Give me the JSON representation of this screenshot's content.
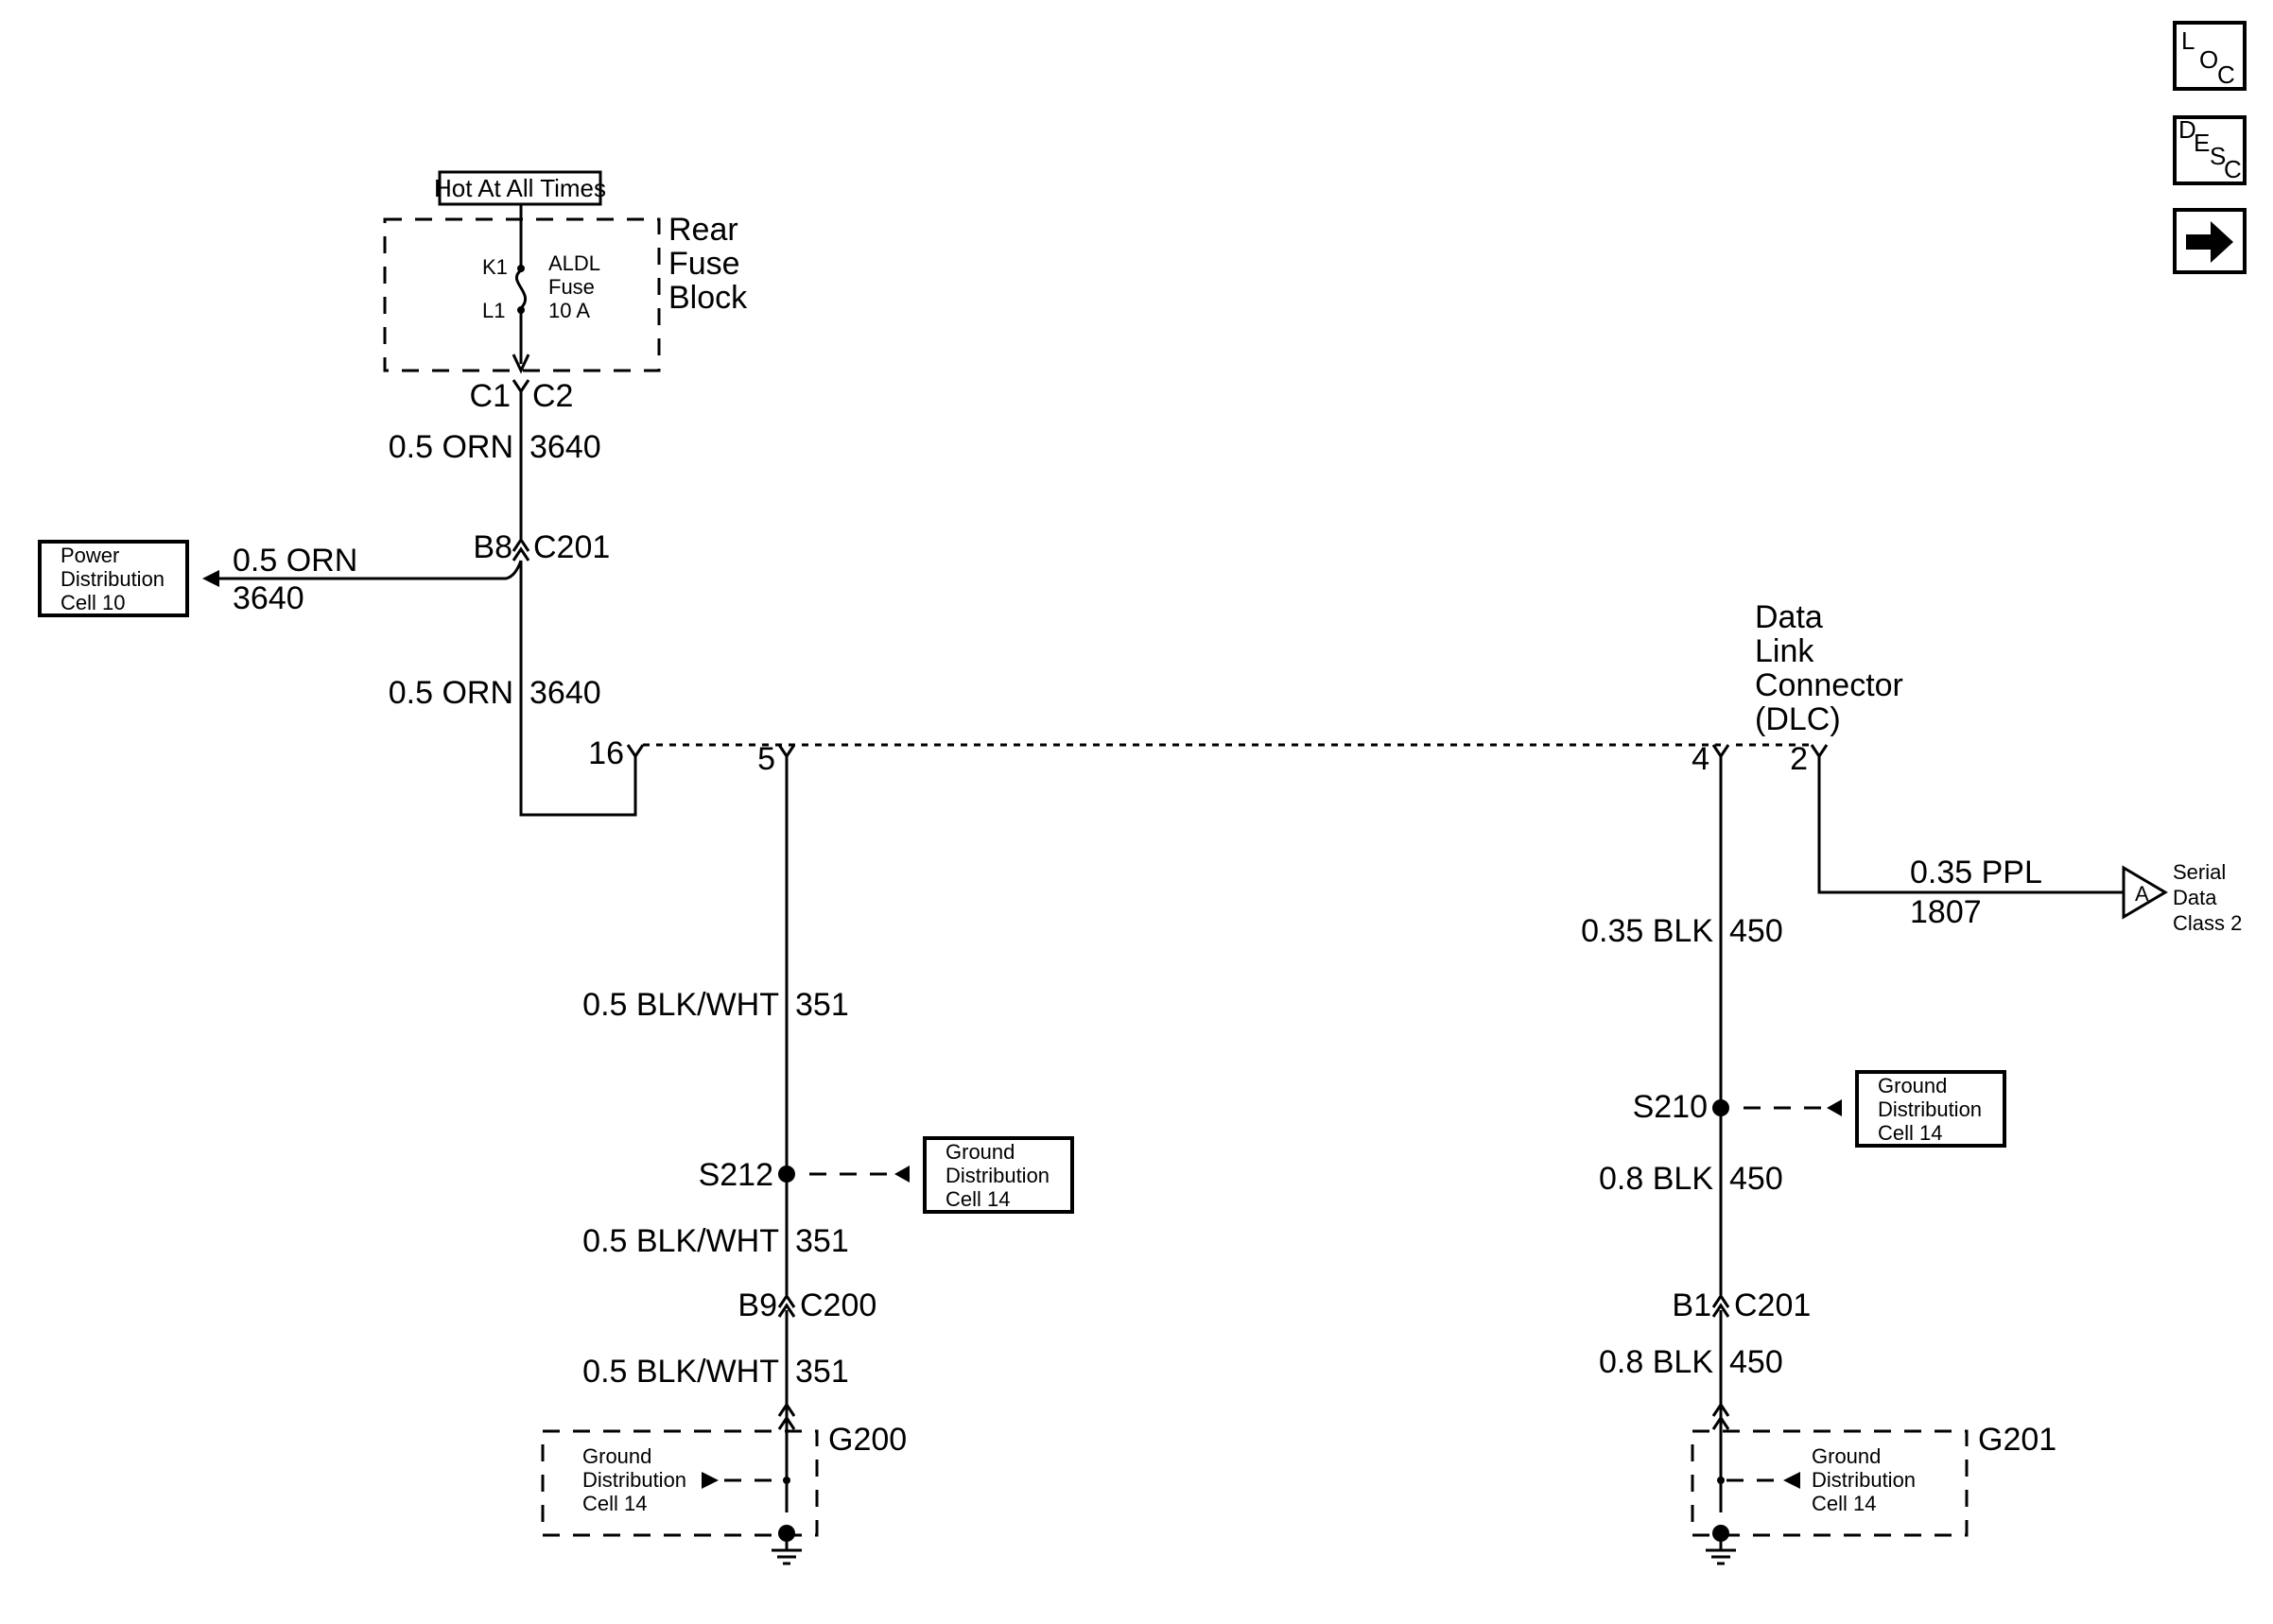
{
  "icons": {
    "loc": [
      "L",
      "O",
      "C"
    ],
    "desc": [
      "D",
      "E",
      "S",
      "C"
    ],
    "next": "arrow-right-icon"
  },
  "fuse_block": {
    "header": "Hot At All Times",
    "name_lines": [
      "Rear",
      "Fuse",
      "Block"
    ],
    "pin_top": "K1",
    "pin_bottom": "L1",
    "fuse_lines": [
      "ALDL",
      "Fuse",
      "10 A"
    ]
  },
  "connectors": {
    "c1": "C1",
    "c2": "C2",
    "b8": "B8",
    "c201_top": "C201",
    "b9": "B9",
    "c200": "C200",
    "b1": "B1",
    "c201_bottom": "C201"
  },
  "wires": {
    "orn_top": {
      "gauge": "0.5 ORN",
      "circuit": "3640"
    },
    "orn_branch": {
      "gauge": "0.5 ORN",
      "circuit": "3640"
    },
    "orn_lower": {
      "gauge": "0.5 ORN",
      "circuit": "3640"
    },
    "blkwht_1": {
      "gauge": "0.5 BLK/WHT",
      "circuit": "351"
    },
    "blkwht_2": {
      "gauge": "0.5 BLK/WHT",
      "circuit": "351"
    },
    "blkwht_3": {
      "gauge": "0.5 BLK/WHT",
      "circuit": "351"
    },
    "blk_035": {
      "gauge": "0.35 BLK",
      "circuit": "450"
    },
    "blk_08_a": {
      "gauge": "0.8 BLK",
      "circuit": "450"
    },
    "blk_08_b": {
      "gauge": "0.8 BLK",
      "circuit": "450"
    },
    "ppl": {
      "gauge": "0.35 PPL",
      "circuit": "1807"
    }
  },
  "power_dist": [
    "Power",
    "Distribution",
    "Cell 10"
  ],
  "dlc": {
    "name_lines": [
      "Data",
      "Link",
      "Connector",
      "(DLC)"
    ],
    "pins": [
      "16",
      "5",
      "4",
      "2"
    ]
  },
  "serial": {
    "badge": "A",
    "lines": [
      "Serial",
      "Data",
      "Class 2"
    ]
  },
  "splices": {
    "s212": "S212",
    "s210": "S210"
  },
  "grounds": {
    "g200": "G200",
    "g201": "G201"
  },
  "ground_ref": [
    "Ground",
    "Distribution",
    "Cell 14"
  ]
}
